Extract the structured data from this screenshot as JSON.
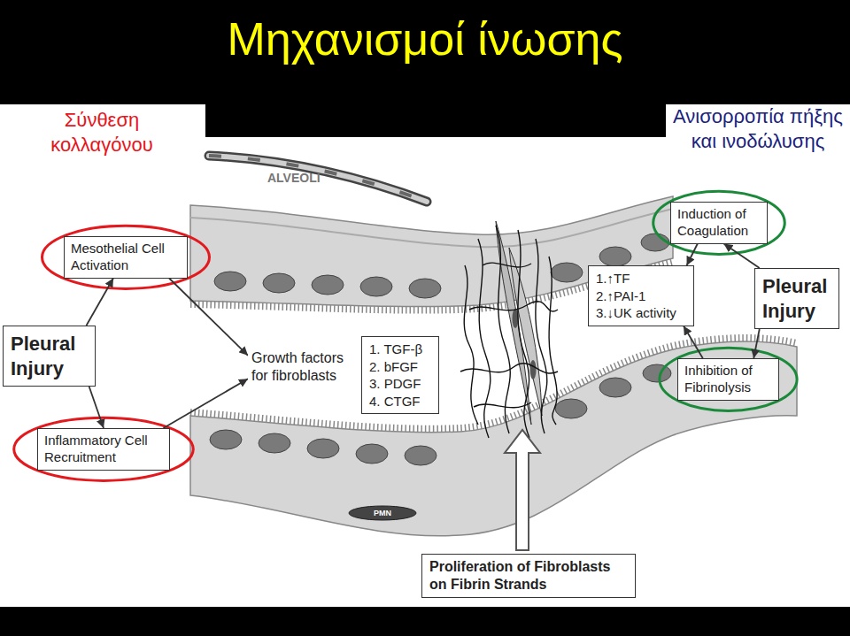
{
  "diagram": {
    "title": "Μηχανισμοί ίνωσης",
    "nodes": [
      {
        "text": [
          "Mesothelial Cell Activation"
        ]
      },
      {
        "text": [
          "Pleural Injury"
        ]
      },
      {
        "text": [
          "Inflammatory Cell Recruitment"
        ]
      },
      {
        "text": [
          "Growth factors for fibroblasts"
        ]
      },
      {
        "text": [
          "1. TGF-β",
          "2. bFGF",
          "3. PDGF",
          "4. CTGF"
        ]
      },
      {
        "text": [
          "Induction of Coagulation"
        ]
      },
      {
        "text": [
          "1.↑TF",
          "2.↑PAI-1",
          "3.↓UK activity"
        ]
      },
      {
        "text": [
          "Pleural Injury"
        ]
      },
      {
        "text": [
          "Inhibition of Fibrinolysis"
        ]
      },
      {
        "text": [
          "Proliferation of Fibroblasts on Fibrin Strands"
        ]
      }
    ],
    "edges": [
      {
        "from": 1,
        "to": 0,
        "arrow": "to"
      },
      {
        "from": 1,
        "to": 2,
        "arrow": "to"
      },
      {
        "from": 0,
        "to": 3,
        "arrow": "to"
      },
      {
        "from": 2,
        "to": 3,
        "arrow": "to"
      },
      {
        "from": 7,
        "to": 5,
        "arrow": "to"
      },
      {
        "from": 7,
        "to": 8,
        "arrow": "to"
      },
      {
        "from": 5,
        "to": 6,
        "arrow": "to"
      },
      {
        "from": 8,
        "to": 6,
        "arrow": "to"
      }
    ],
    "labels": [
      "Σύνθεση κολλαγόνου",
      "Ανισορροπία πήξης και ινοδώλυσης",
      "ALVEOLI",
      "PMN"
    ]
  }
}
